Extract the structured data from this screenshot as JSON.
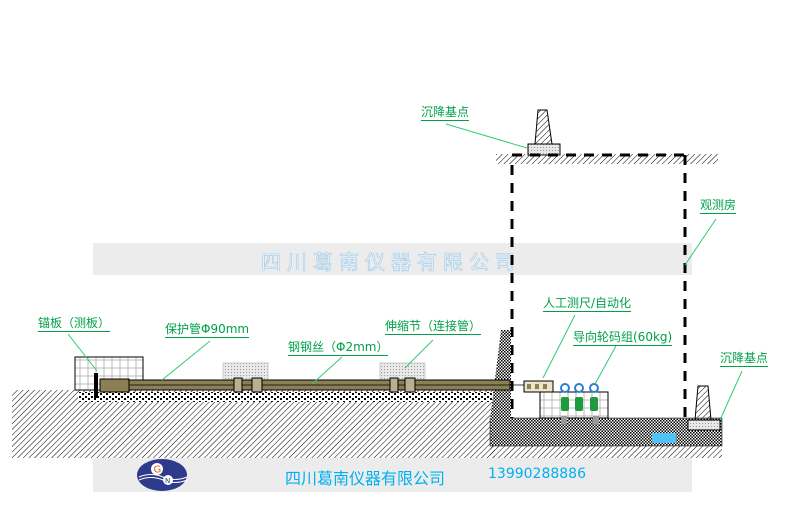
{
  "labels": {
    "settlement_point_top": "沉降基点",
    "observation_room": "观测房",
    "anchor_plate": "锚板（测板）",
    "protective_pipe": "保护管Φ90mm",
    "steel_wire": "钢钢丝（Φ2mm）",
    "expansion_joint": "伸缩节（连接管）",
    "manual_ruler": "人工测尺/自动化",
    "guide_wheel_weights": "导向轮码组(60kg)",
    "settlement_point_right": "沉降基点"
  },
  "watermark": "四川葛南仪器有限公司",
  "footer": {
    "company": "四川葛南仪器有限公司",
    "phone": "13990288886",
    "logo_letters": "GN"
  },
  "colors": {
    "label": "#00a04a",
    "brand": "#00b0f0",
    "pipe": "#8b7f55",
    "water": "#4fc3f7",
    "weight": "#1f9a3c"
  }
}
